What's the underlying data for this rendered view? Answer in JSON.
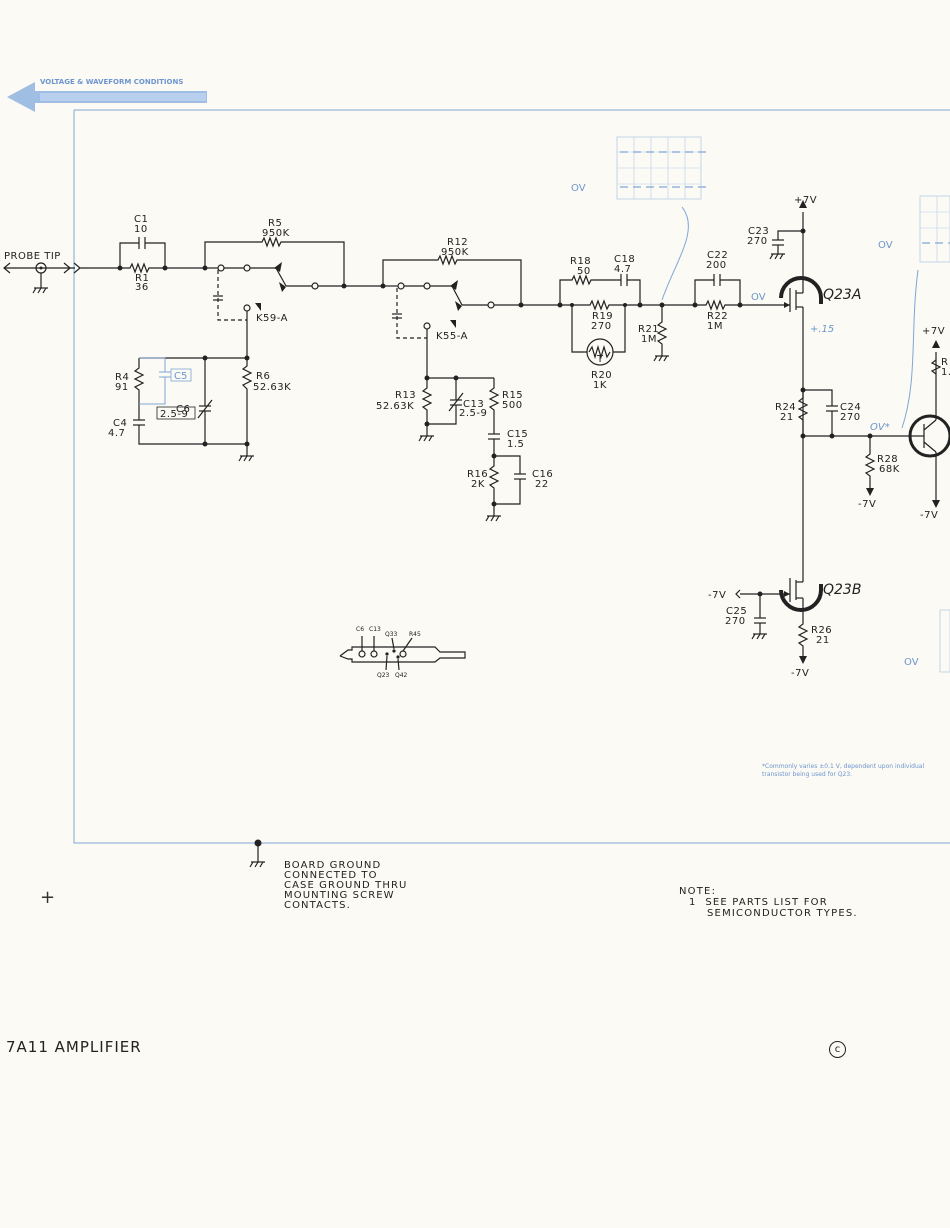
{
  "header": {
    "title": "VOLTAGE & WAVEFORM CONDITIONS",
    "arrow_color": "#7fa6d8"
  },
  "labels": {
    "probe_tip": "PROBE TIP",
    "ov": "OV",
    "plus_7v": "+7V",
    "minus_7v": "-7V",
    "plus_15": "+.15",
    "ov_star": "OV*",
    "q23a": "Q23A",
    "q23b": "Q23B"
  },
  "components": {
    "c1": {
      "name": "C1",
      "value": "10"
    },
    "r1": {
      "name": "R1",
      "value": "36"
    },
    "r5": {
      "name": "R5",
      "value": "950K"
    },
    "k59": {
      "name": "K59-A"
    },
    "r4": {
      "name": "R4",
      "value": "91"
    },
    "c5": {
      "name": "C5"
    },
    "c4": {
      "name": "C4",
      "value": "4.7"
    },
    "c6": {
      "name": "C6",
      "value": "2.5-9"
    },
    "r6": {
      "name": "R6",
      "value": "52.63K"
    },
    "r12": {
      "name": "R12",
      "value": "950K"
    },
    "k55": {
      "name": "K55-A"
    },
    "r13": {
      "name": "R13",
      "value": "52.63K"
    },
    "c13": {
      "name": "C13",
      "value": "2.5-9"
    },
    "r15": {
      "name": "R15",
      "value": "500"
    },
    "c15": {
      "name": "C15",
      "value": "1.5"
    },
    "r16": {
      "name": "R16",
      "value": "2K"
    },
    "c16": {
      "name": "C16",
      "value": "22"
    },
    "r18": {
      "name": "R18",
      "value": "50"
    },
    "c18": {
      "name": "C18",
      "value": "4.7"
    },
    "r19": {
      "name": "R19",
      "value": "270"
    },
    "r20": {
      "name": "R20",
      "value": "1K"
    },
    "r20t": {
      "name": "T"
    },
    "r21": {
      "name": "R21",
      "value": "1M"
    },
    "c22": {
      "name": "C22",
      "value": "200"
    },
    "r22": {
      "name": "R22",
      "value": "1M"
    },
    "c23": {
      "name": "C23",
      "value": "270"
    },
    "r24": {
      "name": "R24",
      "value": "21"
    },
    "c24": {
      "name": "C24",
      "value": "270"
    },
    "r28": {
      "name": "R28",
      "value": "68K"
    },
    "c25": {
      "name": "C25",
      "value": "270"
    },
    "r26": {
      "name": "R26",
      "value": "21"
    }
  },
  "partial": {
    "r_cut": "R",
    "r_cut_value": "1."
  },
  "layout_diagram": {
    "c6": "C6",
    "c13": "C13",
    "q33": "Q33",
    "r45": "R45",
    "q23": "Q23",
    "q42": "Q42"
  },
  "board_ground": [
    "BOARD GROUND",
    "CONNECTED TO",
    "CASE GROUND THRU",
    "MOUNTING SCREW",
    "CONTACTS."
  ],
  "note": {
    "title": "NOTE:",
    "number": "1",
    "line1": "SEE PARTS LIST FOR",
    "line2": "SEMICONDUCTOR TYPES."
  },
  "footnote": "*Commonly varies ±0.1 V, dependent upon individual transistor being used for Q23.",
  "footer": {
    "title": "7A11 AMPLIFIER",
    "copyright": "c"
  }
}
